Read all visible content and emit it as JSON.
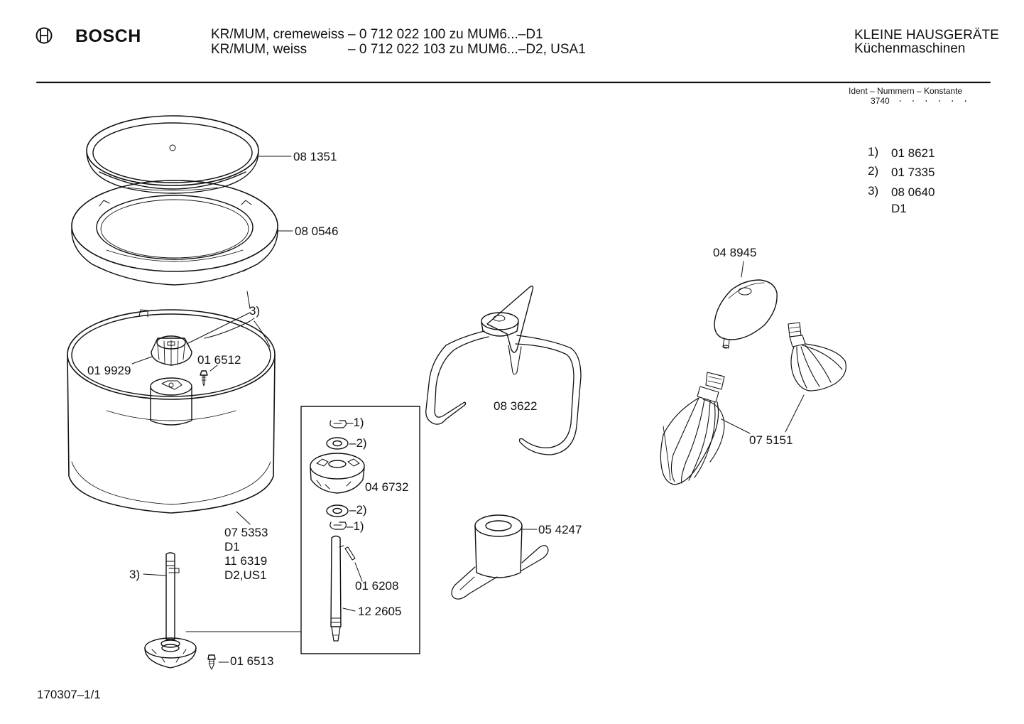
{
  "header": {
    "brand": "BOSCH",
    "model_line_1_left": "KR/MUM, cremeweiss",
    "model_line_1_right": "– 0 712 022 100 zu MUM6...–D1",
    "model_line_2_left": "KR/MUM, weiss",
    "model_line_2_right": "– 0 712 022 103 zu MUM6...–D2, USA1",
    "category": "KLEINE HAUSGERÄTE",
    "subcategory": "Küchenmaschinen",
    "ident_title": "Ident – Nummern – Konstante",
    "ident_value": "3740",
    "ident_dots": ". .   . . . ."
  },
  "legend": [
    {
      "key": "1)",
      "value": "01 8621"
    },
    {
      "key": "2)",
      "value": "01 7335"
    },
    {
      "key": "3)",
      "value": "08 0640"
    },
    {
      "key": "",
      "value": "D1"
    }
  ],
  "parts": {
    "lid": "08 1351",
    "ring": "08 0546",
    "ref_3_top": "3)",
    "gear": "01 9929",
    "screw_small": "01 6512",
    "bowl_line1": "07 5353",
    "bowl_line2": "D1",
    "bowl_line3": "11 6319",
    "bowl_line4": "D2,US1",
    "ref_3_shaft": "3)",
    "base_screw": "01 6513",
    "kit_ref_1a": "–1)",
    "kit_ref_2a": "–2)",
    "drive_disc": "04 6732",
    "kit_ref_2b": "–2)",
    "kit_ref_1b": "–1)",
    "pin": "01 6208",
    "drive_shaft": "12 2605",
    "kneading_hook": "08 3622",
    "blade_hub": "05 4247",
    "whisk_cap": "04 8945",
    "whisks": "07 5151"
  },
  "footer": {
    "doc_number": "170307–1/1"
  },
  "colors": {
    "ink": "#111111",
    "paper": "#ffffff"
  },
  "icons": [
    "bosch-logo-icon"
  ]
}
